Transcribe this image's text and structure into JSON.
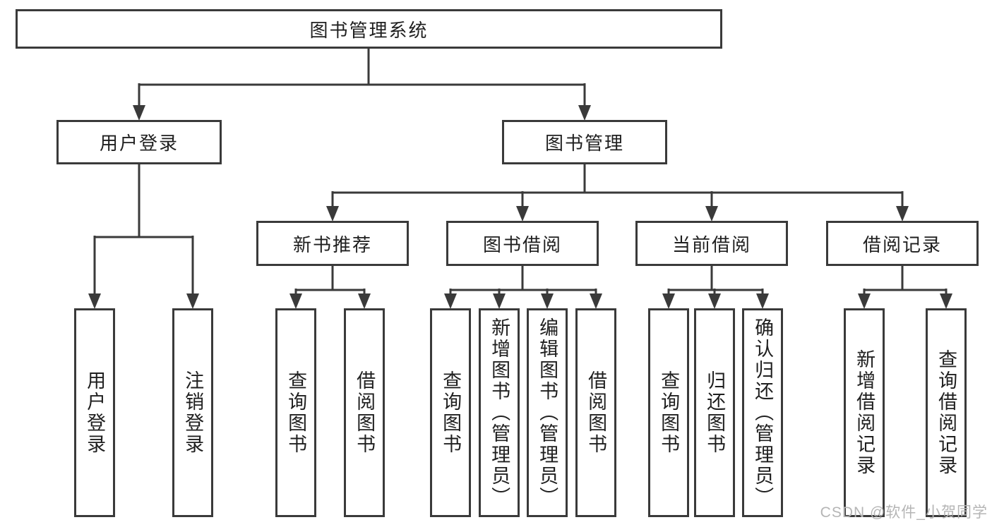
{
  "diagram": {
    "root": {
      "label": "图书管理系统"
    },
    "branches": [
      {
        "label": "用户登录",
        "children": [
          {
            "label": "用户登录"
          },
          {
            "label": "注销登录"
          }
        ]
      },
      {
        "label": "图书管理",
        "children": [
          {
            "label": "新书推荐",
            "children": [
              {
                "label": "查询图书"
              },
              {
                "label": "借阅图书"
              }
            ]
          },
          {
            "label": "图书借阅",
            "children": [
              {
                "label": "查询图书"
              },
              {
                "label": "新增图书（管理员）"
              },
              {
                "label": "编辑图书（管理员）"
              },
              {
                "label": "借阅图书"
              }
            ]
          },
          {
            "label": "当前借阅",
            "children": [
              {
                "label": "查询图书"
              },
              {
                "label": "归还图书"
              },
              {
                "label": "确认归还（管理员）"
              }
            ]
          },
          {
            "label": "借阅记录",
            "children": [
              {
                "label": "新增借阅记录"
              },
              {
                "label": "查询借阅记录"
              }
            ]
          }
        ]
      }
    ]
  },
  "watermark": "CSDN @软件_小贺同学",
  "colors": {
    "line": "#3a3a3a",
    "box_border": "#3a3a3a",
    "text": "#1f1f1f",
    "watermark": "#b5b5b5",
    "background": "#ffffff"
  }
}
